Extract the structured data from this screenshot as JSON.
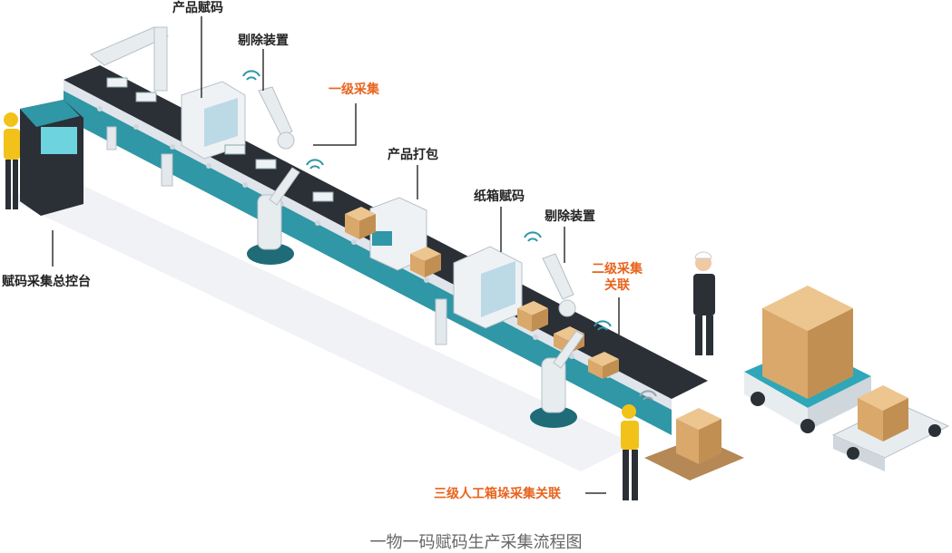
{
  "labels": {
    "product_coding": "产品赋码",
    "reject_device_1": "剔除装置",
    "level1_collect": "一级采集",
    "product_packing": "产品打包",
    "carton_coding": "纸箱赋码",
    "reject_device_2": "剔除装置",
    "level2_collect_line1": "二级采集",
    "level2_collect_line2": "关联",
    "console": "赋码采集总控台",
    "level3_collect": "三级人工箱垛采集关联"
  },
  "caption": "一物一码赋码生产采集流程图",
  "colors": {
    "belt_dark": "#2b2f36",
    "frame_teal": "#2f97a6",
    "frame_light": "#e7ecef",
    "box": "#d9a86a",
    "accent_orange": "#e8641e",
    "worker_yellow": "#f2c21b",
    "vehicle_blue": "#2fa7b8"
  }
}
